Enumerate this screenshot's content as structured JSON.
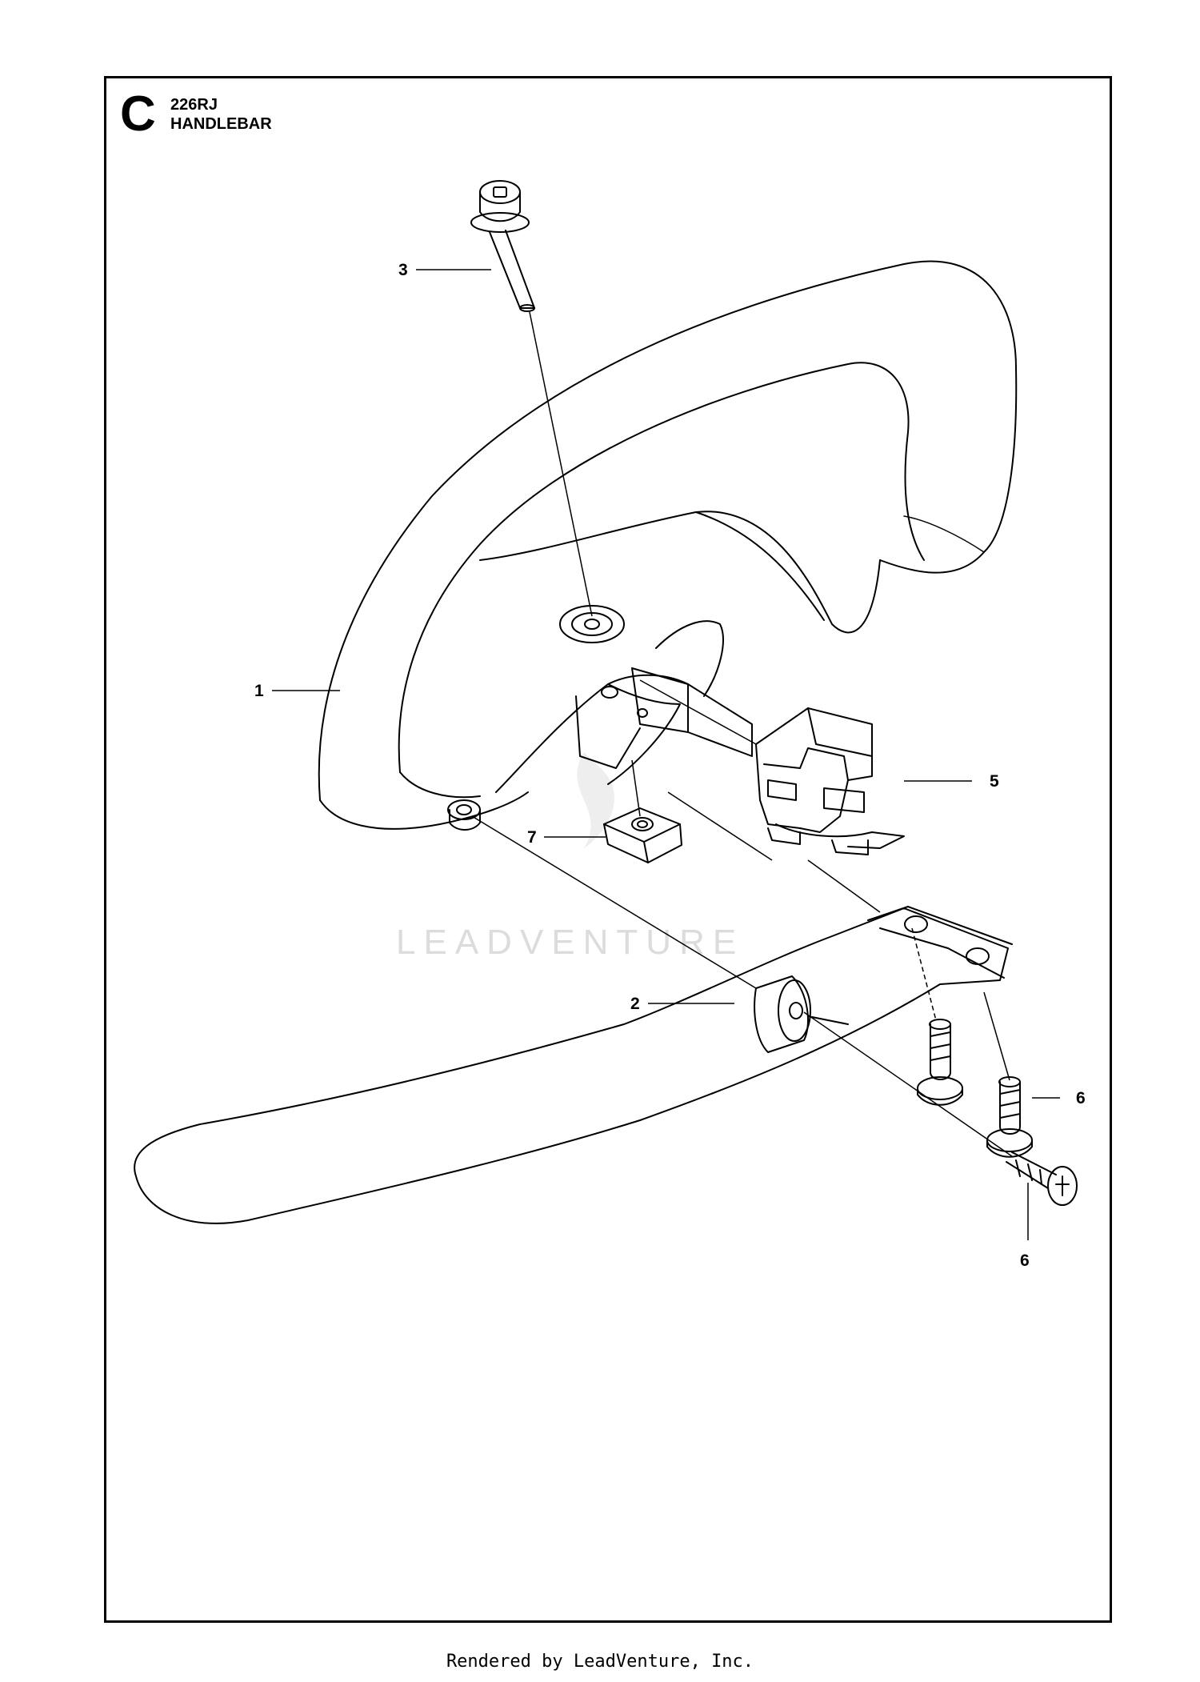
{
  "header": {
    "section_letter": "C",
    "model": "226RJ",
    "title": "HANDLEBAR"
  },
  "callouts": [
    {
      "id": "1",
      "label": "1"
    },
    {
      "id": "2",
      "label": "2"
    },
    {
      "id": "3",
      "label": "3"
    },
    {
      "id": "5",
      "label": "5"
    },
    {
      "id": "6a",
      "label": "6"
    },
    {
      "id": "6b",
      "label": "6"
    },
    {
      "id": "7",
      "label": "7"
    }
  ],
  "watermark": "LEADVENTURE",
  "footer": "Rendered by LeadVenture, Inc."
}
